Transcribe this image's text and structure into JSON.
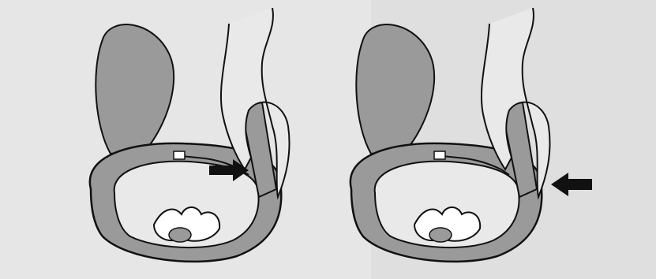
{
  "figures": [
    {
      "id": "left",
      "arrow_direction": "right"
    },
    {
      "id": "right",
      "arrow_direction": "left"
    }
  ],
  "colors": {
    "fill_gray": "#9a9a9a",
    "outline": "#111111",
    "inner_light": "#e9e9e9",
    "background": "#e6e6e6"
  }
}
